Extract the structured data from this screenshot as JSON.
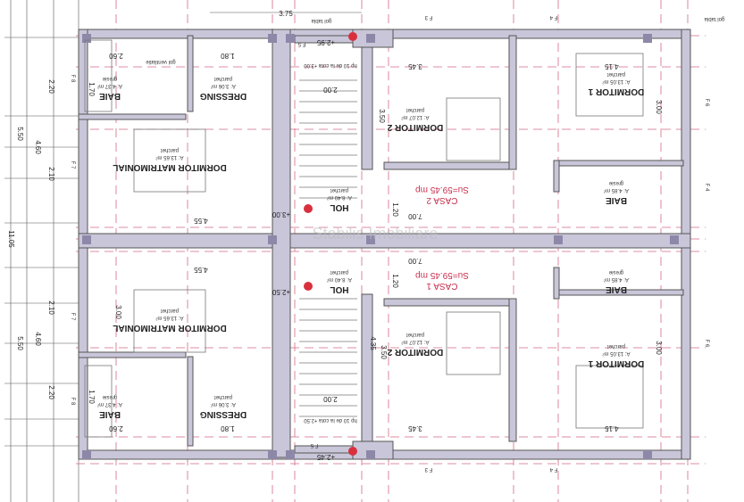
{
  "plan": {
    "units": [
      {
        "name": "CASA 2",
        "area": "Su=59.45 mp"
      },
      {
        "name": "CASA 1",
        "area": "Su=59.45 mp"
      }
    ],
    "rooms": [
      {
        "name": "BAIE",
        "area": "A: 4.37 m²",
        "floor": "gresie"
      },
      {
        "name": "DRESSING",
        "area": "A: 3.06 m²",
        "floor": "parchet"
      },
      {
        "name": "DORMITOR MATRIMONIAL",
        "area": "A: 13.65 m²",
        "floor": "parchet"
      },
      {
        "name": "HOL",
        "area": "A: 8.40 m²",
        "floor": "parchet"
      },
      {
        "name": "DORMITOR 2",
        "area": "A: 12.07 m²",
        "floor": "parchet"
      },
      {
        "name": "DORMITOR 1",
        "area": "A: 13.05 m²",
        "floor": "parchet"
      },
      {
        "name": "BAIE",
        "area": "A: 4.85 m²",
        "floor": "gresie"
      },
      {
        "name": "HOL",
        "area": "A: 8.40 m²",
        "floor": "parchet"
      },
      {
        "name": "BAIE",
        "area": "A: 4.85 m²",
        "floor": "gresie"
      },
      {
        "name": "DORMITOR MATRIMONIAL",
        "area": "A: 13.65 m²",
        "floor": "parchet"
      },
      {
        "name": "DORMITOR 2",
        "area": "A: 12.07 m²",
        "floor": "parchet"
      },
      {
        "name": "DORMITOR 1",
        "area": "A: 13.05 m²",
        "floor": "parchet"
      },
      {
        "name": "BAIE",
        "area": "A: 4.37 m²",
        "floor": "gresie"
      },
      {
        "name": "DRESSING",
        "area": "A: 3.06 m²",
        "floor": "parchet"
      }
    ],
    "levels": [
      "+2.95",
      "+3.00",
      "+2.50",
      "+2.45"
    ],
    "dimensions": [
      "3.75",
      "2.60",
      "1.80",
      "2.00",
      "3.45",
      "4.15",
      "3.50",
      "3.00",
      "1.70",
      "4.55",
      "7.00",
      "7.00",
      "1.20",
      "1.20",
      "4.55",
      "3.00",
      "4.35",
      "3.50",
      "3.00",
      "1.70",
      "2.60",
      "1.80",
      "2.00",
      "3.45",
      "4.15",
      "5.50",
      "4.60",
      "11.05",
      "5.50",
      "4.60",
      "2.20",
      "2.10",
      "2.10",
      "2.20"
    ],
    "windows": [
      "F 5",
      "F 3",
      "F 4",
      "F 6",
      "F 4",
      "F 7",
      "F 8",
      "F 7",
      "F 8",
      "F 5",
      "F 3",
      "F 4",
      "F 6"
    ],
    "notes": [
      "gol tabla",
      "gol tabla",
      "gol ventilatie",
      "hp 10 de la cota +3.00",
      "hp 10 de la cota +2.50"
    ],
    "watermark": "Stabilis Imobiliare"
  },
  "colors": {
    "walls": "#c9c6d9",
    "hatch": "#8d88a8",
    "axis": "#d36a86",
    "unit_label": "#c8304d"
  }
}
